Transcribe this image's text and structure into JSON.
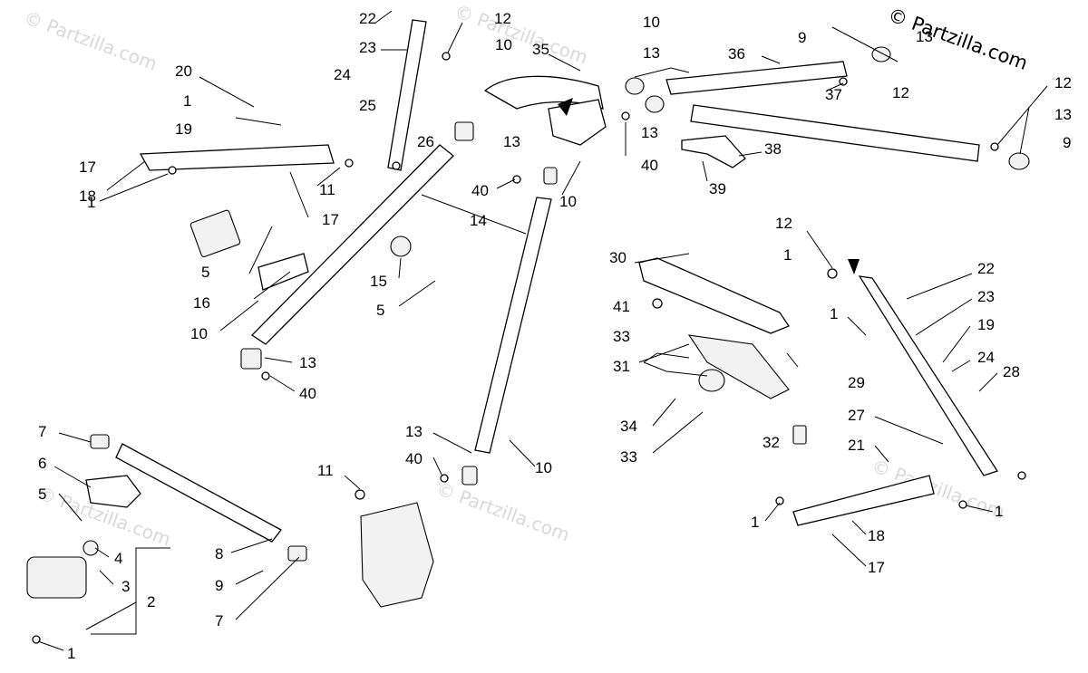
{
  "watermark": {
    "main": "© Partzilla.com",
    "faint": "© Partzilla.com"
  },
  "callouts": [
    {
      "id": "c22a",
      "label": "22"
    },
    {
      "id": "c12a",
      "label": "12"
    },
    {
      "id": "c10a",
      "label": "10"
    },
    {
      "id": "c23a",
      "label": "23"
    },
    {
      "id": "c35",
      "label": "35"
    },
    {
      "id": "c10b",
      "label": "10"
    },
    {
      "id": "c13a",
      "label": "13"
    },
    {
      "id": "c36",
      "label": "36"
    },
    {
      "id": "c9a",
      "label": "9"
    },
    {
      "id": "c13b",
      "label": "13"
    },
    {
      "id": "c20",
      "label": "20"
    },
    {
      "id": "c24a",
      "label": "24"
    },
    {
      "id": "c1a",
      "label": "1"
    },
    {
      "id": "c25",
      "label": "25"
    },
    {
      "id": "c12b",
      "label": "12"
    },
    {
      "id": "c37",
      "label": "37"
    },
    {
      "id": "c12c",
      "label": "12"
    },
    {
      "id": "c19a",
      "label": "19"
    },
    {
      "id": "c13c",
      "label": "13"
    },
    {
      "id": "c13d",
      "label": "13"
    },
    {
      "id": "c26",
      "label": "26"
    },
    {
      "id": "c13e",
      "label": "13"
    },
    {
      "id": "c9b",
      "label": "9"
    },
    {
      "id": "c17a",
      "label": "17"
    },
    {
      "id": "c40a",
      "label": "40"
    },
    {
      "id": "c38",
      "label": "38"
    },
    {
      "id": "c18a",
      "label": "18"
    },
    {
      "id": "c11a",
      "label": "11"
    },
    {
      "id": "c39",
      "label": "39"
    },
    {
      "id": "c40b",
      "label": "40"
    },
    {
      "id": "c10c",
      "label": "10"
    },
    {
      "id": "c1b",
      "label": "1"
    },
    {
      "id": "c17b",
      "label": "17"
    },
    {
      "id": "c14",
      "label": "14"
    },
    {
      "id": "c12d",
      "label": "12"
    },
    {
      "id": "c30",
      "label": "30"
    },
    {
      "id": "c1c",
      "label": "1"
    },
    {
      "id": "c5a",
      "label": "5"
    },
    {
      "id": "c15",
      "label": "15"
    },
    {
      "id": "c22b",
      "label": "22"
    },
    {
      "id": "c16",
      "label": "16"
    },
    {
      "id": "c41",
      "label": "41"
    },
    {
      "id": "c23b",
      "label": "23"
    },
    {
      "id": "c5b",
      "label": "5"
    },
    {
      "id": "c1d",
      "label": "1"
    },
    {
      "id": "c10d",
      "label": "10"
    },
    {
      "id": "c33a",
      "label": "33"
    },
    {
      "id": "c19b",
      "label": "19"
    },
    {
      "id": "c31",
      "label": "31"
    },
    {
      "id": "c24b",
      "label": "24"
    },
    {
      "id": "c13f",
      "label": "13"
    },
    {
      "id": "c28",
      "label": "28"
    },
    {
      "id": "c40c",
      "label": "40"
    },
    {
      "id": "c29",
      "label": "29"
    },
    {
      "id": "c27",
      "label": "27"
    },
    {
      "id": "c34",
      "label": "34"
    },
    {
      "id": "c13g",
      "label": "13"
    },
    {
      "id": "c7a",
      "label": "7"
    },
    {
      "id": "c32",
      "label": "32"
    },
    {
      "id": "c21",
      "label": "21"
    },
    {
      "id": "c33b",
      "label": "33"
    },
    {
      "id": "c40d",
      "label": "40"
    },
    {
      "id": "c6",
      "label": "6"
    },
    {
      "id": "c10e",
      "label": "10"
    },
    {
      "id": "c11b",
      "label": "11"
    },
    {
      "id": "c5c",
      "label": "5"
    },
    {
      "id": "c1e",
      "label": "1"
    },
    {
      "id": "c1f",
      "label": "1"
    },
    {
      "id": "c18b",
      "label": "18"
    },
    {
      "id": "c4",
      "label": "4"
    },
    {
      "id": "c8",
      "label": "8"
    },
    {
      "id": "c17c",
      "label": "17"
    },
    {
      "id": "c3",
      "label": "3"
    },
    {
      "id": "c9c",
      "label": "9"
    },
    {
      "id": "c2",
      "label": "2"
    },
    {
      "id": "c7b",
      "label": "7"
    },
    {
      "id": "c1g",
      "label": "1"
    }
  ]
}
